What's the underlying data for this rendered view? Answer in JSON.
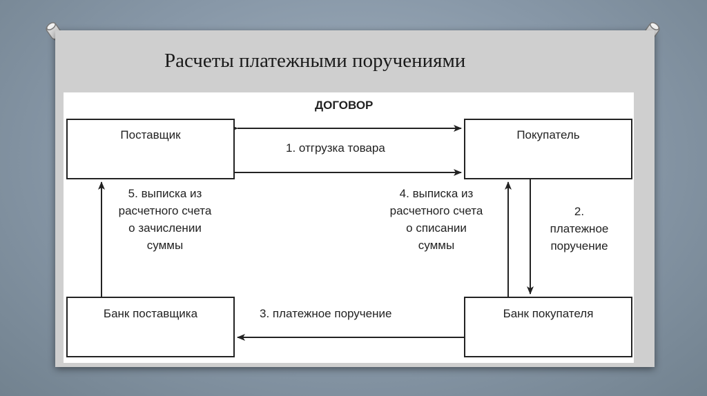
{
  "slide": {
    "title": "Расчеты платежными поручениями"
  },
  "diagram": {
    "header": "ДОГОВОР",
    "nodes": {
      "supplier": "Поставщик",
      "buyer": "Покупатель",
      "bank_supplier": "Банк поставщика",
      "bank_buyer": "Банк покупателя"
    },
    "steps": {
      "step1": "1. отгрузка товара",
      "step2": "2.\nплатежное\nпоручение",
      "step3": "3. платежное поручение",
      "step4": "4. выписка из\nрасчетного счета\nо списании\nсуммы",
      "step5": "5. выписка из\nрасчетного счета\nо зачислении\nсуммы"
    }
  },
  "colors": {
    "background": "#8797a7",
    "slide": "#cfcfcf",
    "diagram": "#ffffff",
    "stroke": "#222222"
  }
}
